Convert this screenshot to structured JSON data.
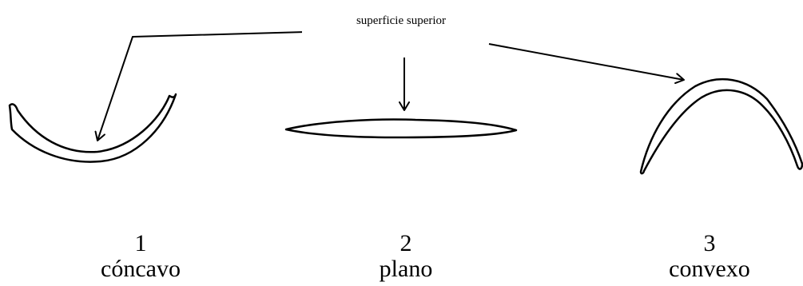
{
  "diagram": {
    "top_label": "superficie superior",
    "shapes": [
      {
        "number": "1",
        "name": "cóncavo"
      },
      {
        "number": "2",
        "name": "plano"
      },
      {
        "number": "3",
        "name": "convexo"
      }
    ],
    "ink_color": "#000000",
    "background_color": "#ffffff"
  }
}
